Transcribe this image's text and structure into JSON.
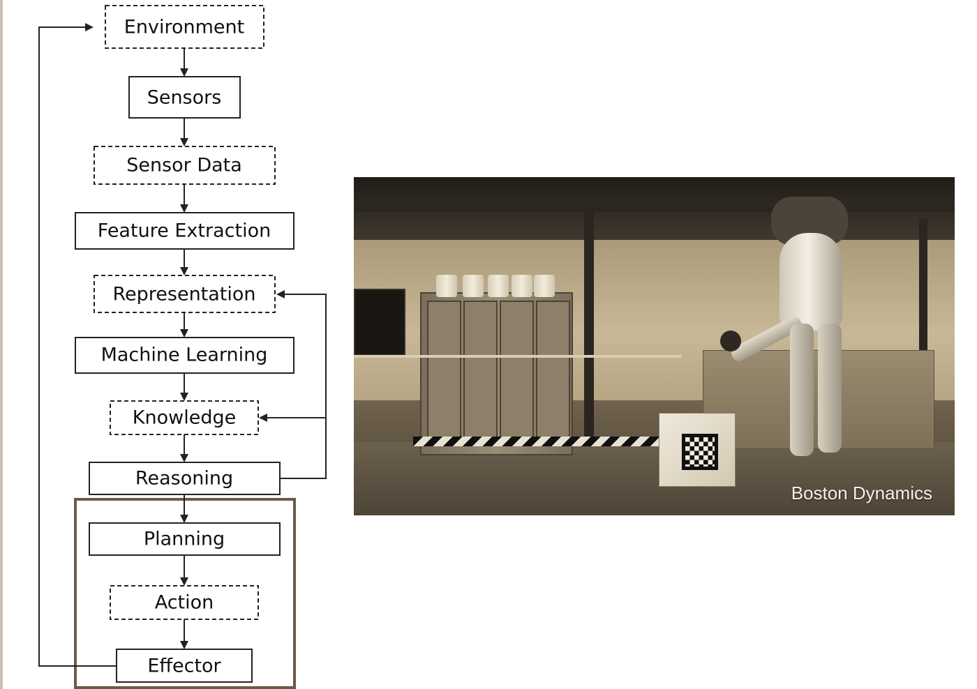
{
  "diagram": {
    "nodes": {
      "environment": "Environment",
      "sensors": "Sensors",
      "sensor_data": "Sensor Data",
      "feature_extraction": "Feature Extraction",
      "representation": "Representation",
      "machine_learning": "Machine Learning",
      "knowledge": "Knowledge",
      "reasoning": "Reasoning",
      "planning": "Planning",
      "action": "Action",
      "effector": "Effector"
    },
    "group_frame_color": "#6b5a48"
  },
  "photo": {
    "watermark": "Boston Dynamics",
    "subject": "humanoid-robot-with-marker-box"
  }
}
